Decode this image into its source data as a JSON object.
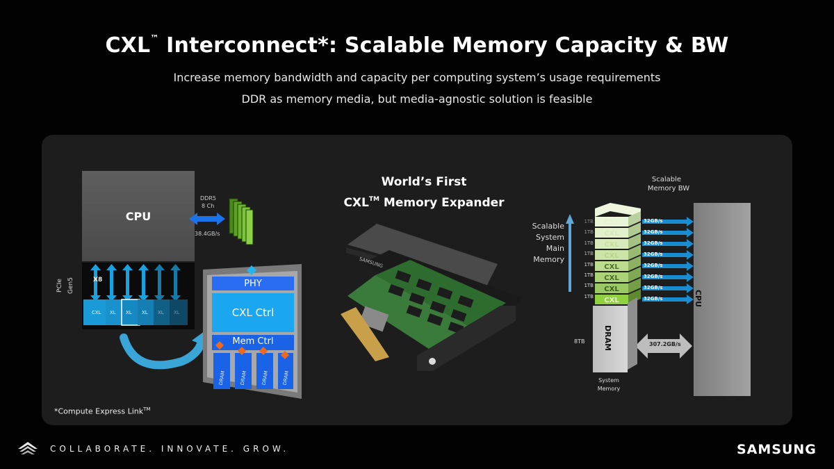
{
  "header": {
    "title_main": "CXL",
    "title_tm": "™",
    "title_rest": " Interconnect*: Scalable Memory Capacity & BW",
    "subtitle_1": "Increase memory bandwidth and capacity per computing system’s usage requirements",
    "subtitle_2": "DDR as memory media, but media-agnostic solution is feasible"
  },
  "left_diagram": {
    "cpu_label": "CPU",
    "ddr_label": "DDR5",
    "ddr_channels": "8 Ch",
    "ddr_bw": "38.4GB/s",
    "pcie_label_1": "PCIe",
    "pcie_label_2": "Gen5",
    "lanes_label": "X8",
    "cxl_cards": [
      "CXL",
      "XL",
      "XL",
      "XL",
      "XL",
      "XL"
    ],
    "phy_label": "PHY",
    "ctrl_label": "CXL Ctrl",
    "memctrl_label": "Mem Ctrl",
    "dram_chips": [
      "DRAM",
      "DRAM",
      "DRAM",
      "DRAM"
    ]
  },
  "middle": {
    "title_line1": "World’s First",
    "title_line2_a": "CXL",
    "title_line2_tm": "TM",
    "title_line2_b": " Memory Expander",
    "device_brand": "SAMSUNG"
  },
  "right_diagram": {
    "scalable_bw_1": "Scalable",
    "scalable_bw_2": "Memory BW",
    "scalable_sys_1": "Scalable",
    "scalable_sys_2": "System",
    "scalable_sys_3": "Main Memory",
    "capacities": [
      "1TB",
      "1TB",
      "1TB",
      "1TB",
      "1TB",
      "1TB",
      "1TB",
      "1TB"
    ],
    "layer_labels": [
      "CXL",
      "CXL",
      "CXL",
      "CXL",
      "CXL",
      "CXL",
      "CXL",
      "CXL"
    ],
    "link_bw": [
      "32GB/s",
      "32GB/s",
      "32GB/s",
      "32GB/s",
      "32GB/s",
      "32GB/s",
      "32GB/s",
      "32GB/s"
    ],
    "dram_capacity": "8TB",
    "dram_label": "DRAM",
    "dram_bw": "307.2GB/s",
    "system_memory_1": "System",
    "system_memory_2": "Memory",
    "cpu_label": "CPU"
  },
  "footer": {
    "footnote": "*Compute Express Link",
    "footnote_tm": "TM",
    "tagline": "COLLABORATE. INNOVATE. GROW.",
    "brand": "SAMSUNG"
  },
  "colors": {
    "background": "#020202",
    "panel": "#1d1d1d",
    "accent_blue": "#1aa3e8",
    "phy_blue": "#2a6df2",
    "cxl_green": "#8fd13f",
    "dram_orange": "#f06a1e"
  }
}
